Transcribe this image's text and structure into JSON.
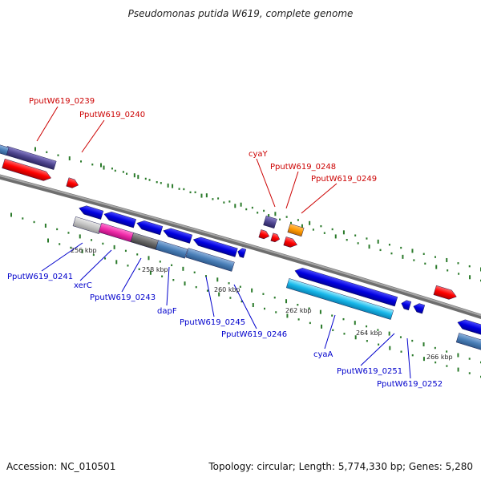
{
  "title": "Pseudomonas putida W619, complete genome",
  "footer": {
    "accession": "Accession: NC_010501",
    "stats": "Topology: circular; Length: 5,774,330 bp; Genes: 5,280"
  },
  "colors": {
    "top_strand_label": "#cc0000",
    "bottom_strand_label": "#0000cc",
    "backbone": "#8a8a8a",
    "tick_dot": "#2a7a2a"
  },
  "kbp_ticks": [
    "256 kbp",
    "258 kbp",
    "260 kbp",
    "262 kbp",
    "264 kbp",
    "266 kbp"
  ],
  "top_labels": [
    {
      "id": "PputW619_0239",
      "text": "PputW619_0239"
    },
    {
      "id": "PputW619_0240",
      "text": "PputW619_0240"
    },
    {
      "id": "cyaY",
      "text": "cyaY"
    },
    {
      "id": "PputW619_0248",
      "text": "PputW619_0248"
    },
    {
      "id": "PputW619_0249",
      "text": "PputW619_0249"
    }
  ],
  "bottom_labels": [
    {
      "id": "PputW619_0241",
      "text": "PputW619_0241"
    },
    {
      "id": "xerC",
      "text": "xerC"
    },
    {
      "id": "PputW619_0243",
      "text": "PputW619_0243"
    },
    {
      "id": "dapF",
      "text": "dapF"
    },
    {
      "id": "PputW619_0245",
      "text": "PputW619_0245"
    },
    {
      "id": "PputW619_0246",
      "text": "PputW619_0246"
    },
    {
      "id": "cyaA",
      "text": "cyaA"
    },
    {
      "id": "PputW619_0251",
      "text": "PputW619_0251"
    },
    {
      "id": "PputW619_0252",
      "text": "PputW619_0252"
    }
  ]
}
